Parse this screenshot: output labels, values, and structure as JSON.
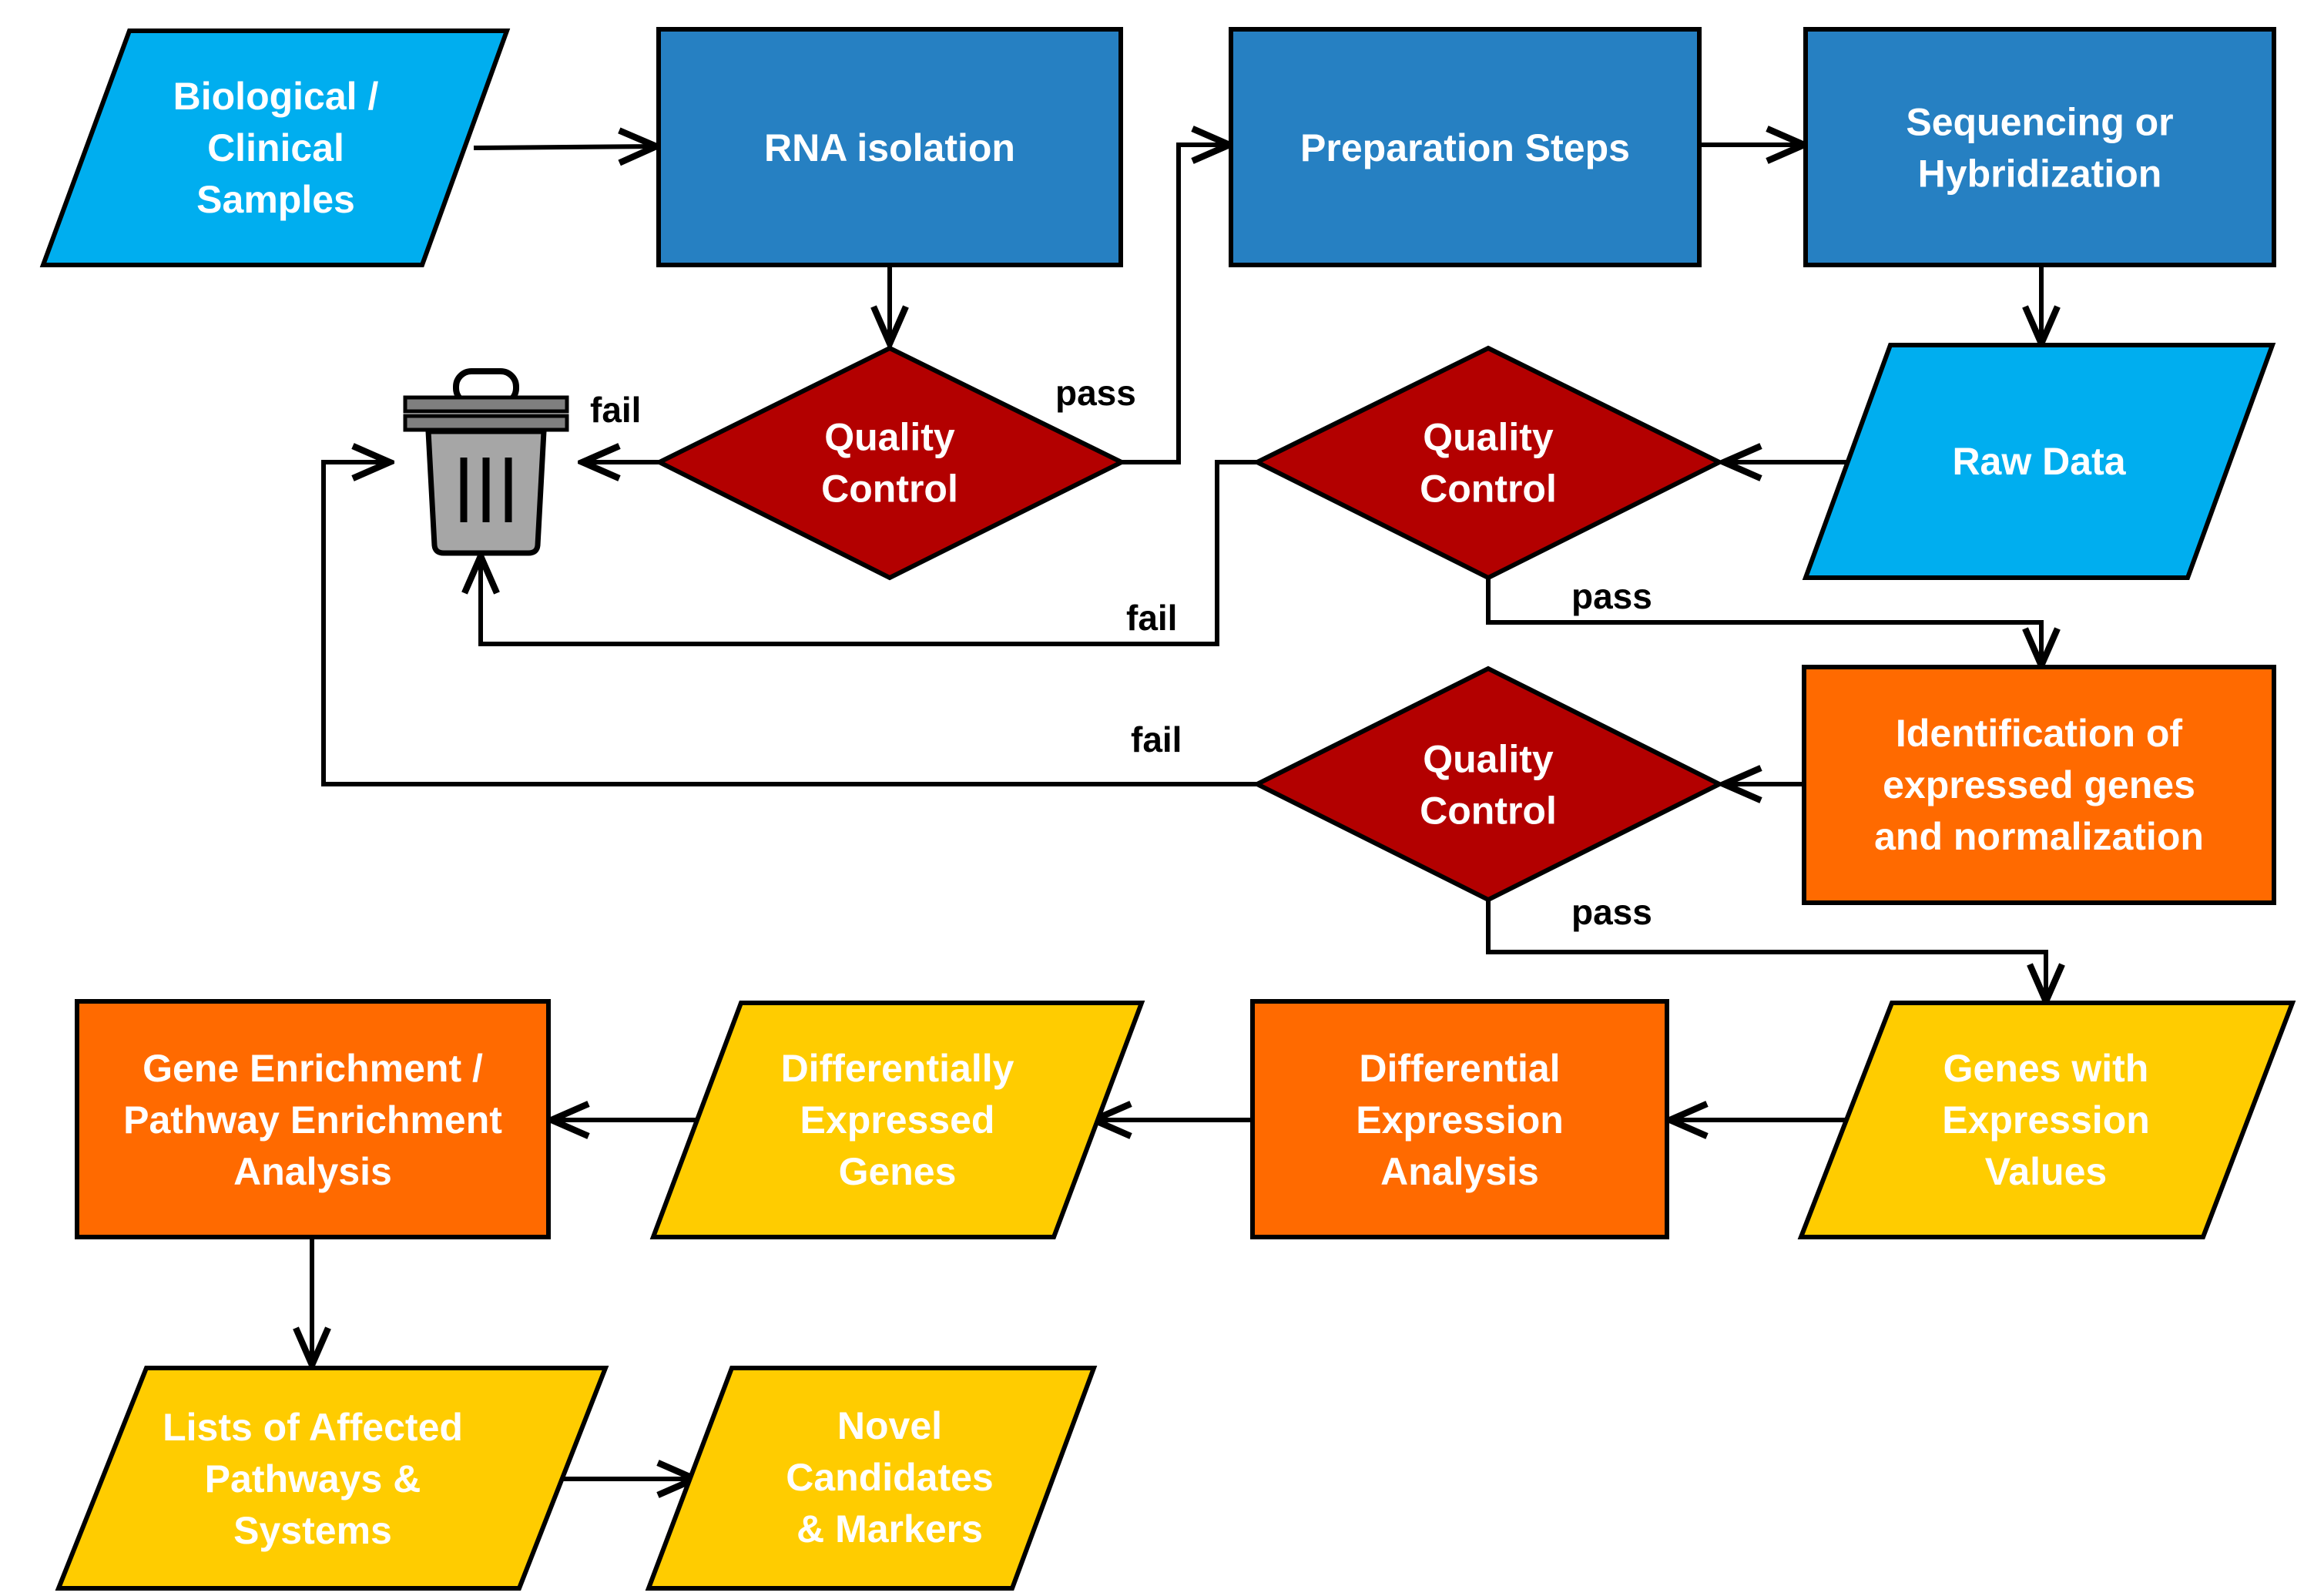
{
  "colors": {
    "process_blue": "#2680c2",
    "data_cyan": "#00aeef",
    "decision_red": "#b30000",
    "process_orange": "#ff6a00",
    "data_yellow": "#ffcc00",
    "bin_gray": "#a6a6a6"
  },
  "icons": {
    "discard": "trash-can-icon"
  },
  "nodes": {
    "samples": {
      "lines": [
        "Biological /",
        "Clinical",
        "Samples"
      ]
    },
    "rna_isolation": {
      "lines": [
        "RNA isolation"
      ]
    },
    "preparation": {
      "lines": [
        "Preparation Steps"
      ]
    },
    "sequencing": {
      "lines": [
        "Sequencing or",
        "Hybridization"
      ]
    },
    "qc1": {
      "lines": [
        "Quality",
        "Control"
      ]
    },
    "qc2": {
      "lines": [
        "Quality",
        "Control"
      ]
    },
    "raw_data": {
      "lines": [
        "Raw Data"
      ]
    },
    "identification": {
      "lines": [
        "Identification of",
        "expressed genes",
        "and normalization"
      ]
    },
    "qc3": {
      "lines": [
        "Quality",
        "Control"
      ]
    },
    "genes_values": {
      "lines": [
        "Genes with",
        "Expression",
        "Values"
      ]
    },
    "diff_analysis": {
      "lines": [
        "Differential",
        "Expression",
        "Analysis"
      ]
    },
    "deg": {
      "lines": [
        "Differentially",
        "Expressed",
        "Genes"
      ]
    },
    "enrichment": {
      "lines": [
        "Gene Enrichment /",
        "Pathway Enrichment",
        "Analysis"
      ]
    },
    "pathways": {
      "lines": [
        "Lists of Affected",
        "Pathways &",
        "Systems"
      ]
    },
    "candidates": {
      "lines": [
        "Novel",
        "Candidates",
        "& Markers"
      ]
    }
  },
  "edge_labels": {
    "qc1_fail": "fail",
    "qc1_pass": "pass",
    "qc2_fail": "fail",
    "qc2_pass": "pass",
    "qc3_fail": "fail",
    "qc3_pass": "pass"
  }
}
